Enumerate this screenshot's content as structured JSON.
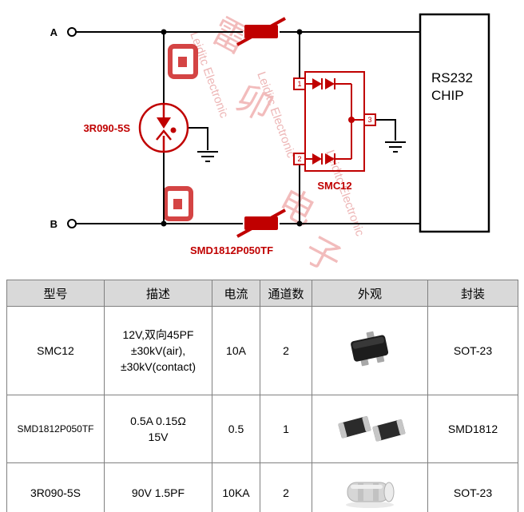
{
  "schematic": {
    "terminal_a_label": "A",
    "terminal_b_label": "B",
    "gdt_label": "3R090-5S",
    "tvs_label": "SMC12",
    "fuse_label": "SMD1812P050TF",
    "chip_line1": "RS232",
    "chip_line2": "CHIP",
    "pins": {
      "p1": "1",
      "p2": "2",
      "p3": "3"
    },
    "watermark": {
      "brand": "Leiditc Electronic",
      "char1": "雷",
      "char2": "卯",
      "char3": "电",
      "char4": "子"
    },
    "colors": {
      "component_red": "#c00000",
      "wire": "#000000",
      "watermark_pink": "#f0b0b0"
    }
  },
  "table": {
    "headers": [
      "型号",
      "描述",
      "电流",
      "通道数",
      "外观",
      "封装"
    ],
    "rows": [
      {
        "model": "SMC12",
        "description": "12V,双向45PF\n±30kV(air),\n±30kV(contact)",
        "current": "10A",
        "channels": "2",
        "appearance_icon": "sot23-package-photo",
        "package": "SOT-23"
      },
      {
        "model": "SMD1812P050TF",
        "description": "0.5A  0.15Ω\n15V",
        "current": "0.5",
        "channels": "1",
        "appearance_icon": "smd1812-package-photo",
        "package": "SMD1812"
      },
      {
        "model": "3R090-5S",
        "description": "90V 1.5PF",
        "current": "10KA",
        "channels": "2",
        "appearance_icon": "gdt-package-photo",
        "package": "SOT-23"
      }
    ]
  }
}
